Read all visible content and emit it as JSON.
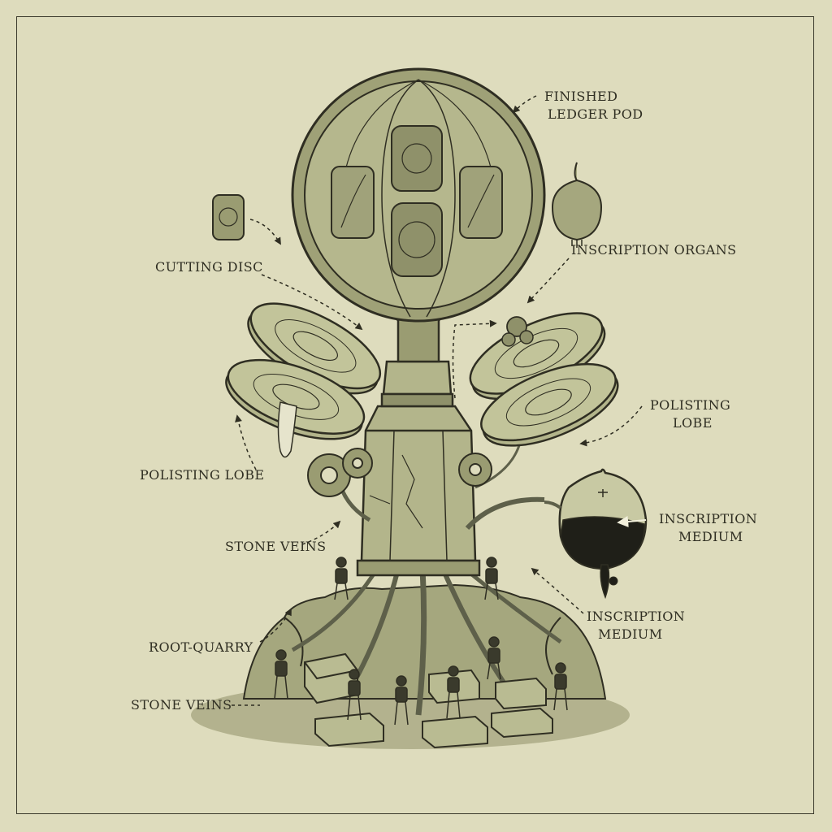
{
  "labels": {
    "finished_ledger_pod_1": "FINISHED",
    "finished_ledger_pod_2": "LEDGER POD",
    "inscription_organs": "INSCRIPTION ORGANS",
    "cutting_disc": "CUTTING DISC",
    "polisting_lobe_right_1": "POLISTING",
    "polisting_lobe_right_2": "LOBE",
    "polisting_lobe_left": "POLISTING LOBE",
    "inscription_medium_1a": "INSCRIPTION",
    "inscription_medium_1b": "MEDIUM",
    "stone_veins_upper": "STONE VEINS",
    "inscription_medium_2a": "INSCRIPTION",
    "inscription_medium_2b": "MEDIUM",
    "root_quarry": "ROOT-QUARRY",
    "stone_veins_lower": "STONE VEINS"
  },
  "colors": {
    "paper": "#dedcbd",
    "ink": "#2f2e22",
    "fill_light": "#b9bb92",
    "fill_mid": "#9a9c72",
    "fill_dark": "#7f8159",
    "medium_black": "#1f1f18"
  }
}
